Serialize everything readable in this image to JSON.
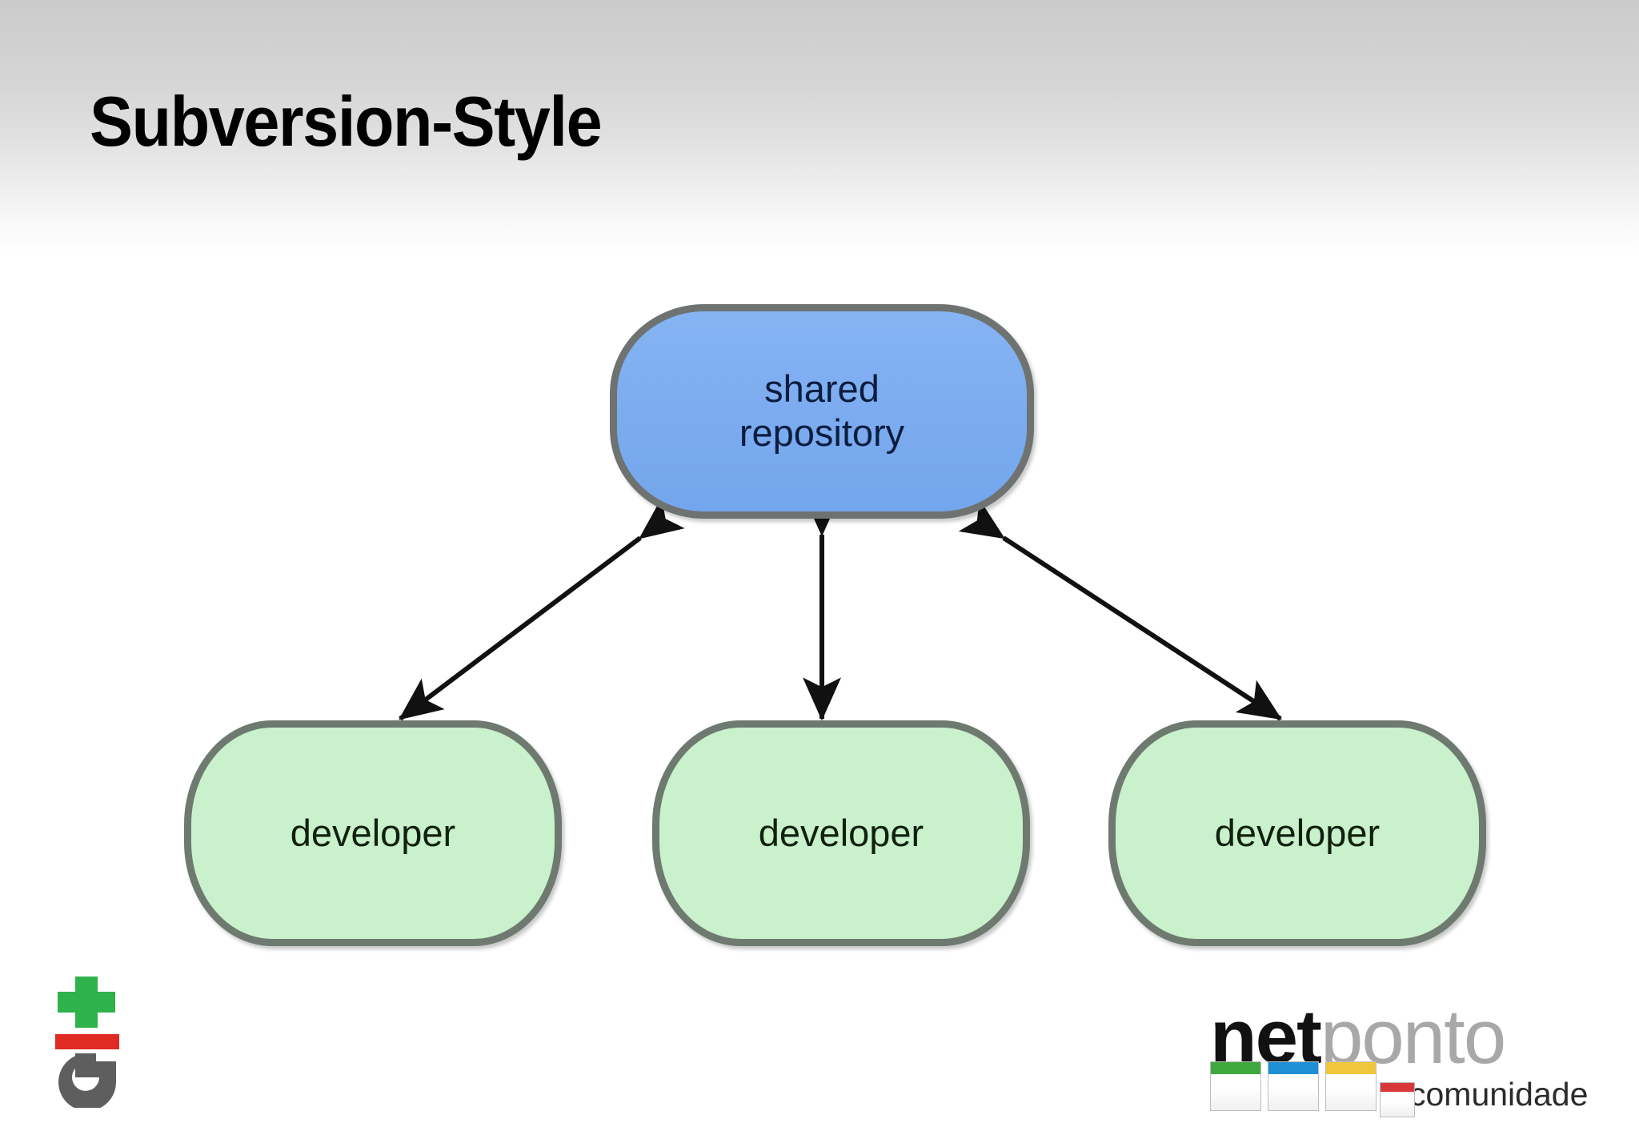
{
  "slide": {
    "title": "Subversion-Style",
    "background_top_color": "#cbcbcb",
    "background_bottom_color": "#ffffff"
  },
  "diagram": {
    "type": "node-link",
    "repository": {
      "label_line1": "shared",
      "label_line2": "repository",
      "fill_color": "#7dadf0",
      "border_color": "#6e7371",
      "text_color": "#0b1d3f"
    },
    "developers": [
      {
        "label": "developer",
        "fill_color": "#c9f1cc",
        "border_color": "#6e7a6f",
        "text_color": "#10210f"
      },
      {
        "label": "developer",
        "fill_color": "#c9f1cc",
        "border_color": "#6e7a6f",
        "text_color": "#10210f"
      },
      {
        "label": "developer",
        "fill_color": "#c9f1cc",
        "border_color": "#6e7a6f",
        "text_color": "#10210f"
      }
    ],
    "connectors": [
      {
        "from": "repository",
        "to": "developer-1",
        "style": "double-arrow",
        "color": "#111111"
      },
      {
        "from": "repository",
        "to": "developer-2",
        "style": "double-arrow",
        "color": "#111111"
      },
      {
        "from": "repository",
        "to": "developer-3",
        "style": "double-arrow",
        "color": "#111111"
      }
    ]
  },
  "git_logo": {
    "name": "git-logo",
    "plus_color": "#2eb24b",
    "bar_color": "#e02a24",
    "g_color": "#5e5e5e"
  },
  "netponto_logo": {
    "net": "net",
    "ponto": "ponto",
    "tagline": "comunidade",
    "net_color": "#111111",
    "ponto_color": "#a8a8a8",
    "tagline_color": "#2b2b2b",
    "squares": [
      {
        "cap_color": "#3fa93f"
      },
      {
        "cap_color": "#1f8fd6"
      },
      {
        "cap_color": "#f0c73c"
      },
      {
        "cap_color": "#d8383a"
      }
    ]
  }
}
